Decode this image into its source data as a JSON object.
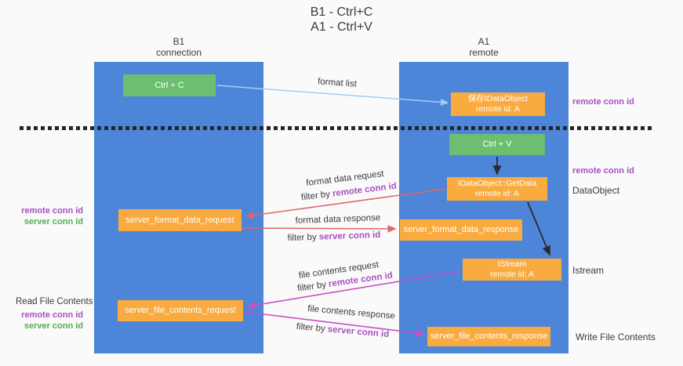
{
  "title": {
    "line1": "B1 - Ctrl+C",
    "line2": "A1 - Ctrl+V"
  },
  "headers": {
    "left_line1": "B1",
    "left_line2": "connection",
    "right_line1": "A1",
    "right_line2": "remote"
  },
  "boxes": {
    "ctrl_c": "Ctrl + C",
    "ctrl_v": "Ctrl + V",
    "save_obj_line1": "保存IDataObject",
    "save_obj_line2": "remote id: A",
    "getdata_line1": "IDataObject::GetData",
    "getdata_line2": "remote id: A",
    "istream_line1": "IStream",
    "istream_line2": "remote id: A",
    "format_request": "server_format_data_request",
    "format_response": "server_format_data_response",
    "file_request": "server_file_contents_request",
    "file_response": "server_file_contents_response"
  },
  "flow_labels": {
    "format_list": "format list",
    "format_data_request": "format data request",
    "format_data_response": "format data response",
    "file_contents_request": "file contents request",
    "file_contents_response": "file contents response",
    "filter_by": "filter by",
    "remote_conn_id": "remote conn id",
    "server_conn_id": "server conn id"
  },
  "side_labels": {
    "remote_conn_id": "remote conn id",
    "server_conn_id": "server conn id",
    "dataobject": "DataObject",
    "istream": "Istream",
    "read_file_contents": "Read File Contents",
    "write_file_contents": "Write File Contents"
  },
  "colors": {
    "background": "#fafafa",
    "column-blue": "#4d86d8",
    "box-green": "#6dbe71",
    "box-orange": "#f9ab40",
    "arrow-lightblue": "#a3cdef",
    "arrow-red": "#e06666",
    "arrow-magenta": "#c750c7",
    "arrow-black": "#2b2b2b",
    "text-purple": "#a94fc0",
    "text-green": "#53ad53",
    "text-dark": "#3b3b3b",
    "dash-black": "#262626"
  }
}
